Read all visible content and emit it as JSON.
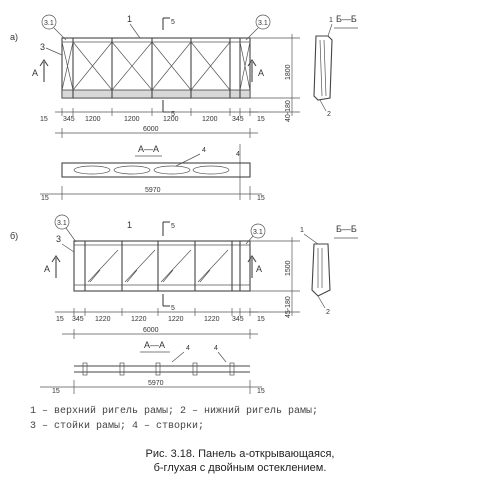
{
  "panel_a": {
    "letter": "а)",
    "node_left": "3.1",
    "node_right": "3.1",
    "callout_1": "1",
    "callout_3": "3",
    "callout_4": "4",
    "section_mark": "5",
    "section_mark_b": "5",
    "view_arrow_left": "А",
    "view_arrow_right": "А",
    "section_title": "Б—Б",
    "section_callout_1": "1",
    "section_callout_2": "2",
    "height_dim": "1800",
    "bottom_dim": "40-180",
    "bay_dims": [
      "15",
      "345",
      "1200",
      "1200",
      "1200",
      "1200",
      "345",
      "15"
    ],
    "total_width": "6000",
    "plan_title": "А—А",
    "plan_callout": "4",
    "plan_width": "5970",
    "plan_edge_left": "15",
    "plan_edge_right": "15"
  },
  "panel_b": {
    "letter": "б)",
    "node_left": "3.1",
    "node_right": "3.1",
    "callout_1": "1",
    "callout_3": "3",
    "section_mark": "5",
    "section_mark_b": "5",
    "view_arrow_left": "А",
    "view_arrow_right": "А",
    "section_title": "Б—Б",
    "section_callout_1": "1",
    "section_callout_2": "2",
    "height_dim": "1500",
    "bottom_dim": "45-180",
    "bay_dims": [
      "15",
      "345",
      "1220",
      "1220",
      "1220",
      "1220",
      "345",
      "15"
    ],
    "total_width": "6000",
    "plan_title": "А—А",
    "plan_callout_a": "4",
    "plan_callout_b": "4",
    "plan_width": "5970",
    "plan_edge_left": "15",
    "plan_edge_right": "15"
  },
  "legend": {
    "line1": "1 – верхний ригель рамы;  2 – нижний ригель рамы;",
    "line2": "3 – стойки рамы;   4 – створки;"
  },
  "caption": {
    "line1": "Рис. 3.18. Панель а-открывающаяся,",
    "line2": "б-глухая с двойным остеклением."
  }
}
